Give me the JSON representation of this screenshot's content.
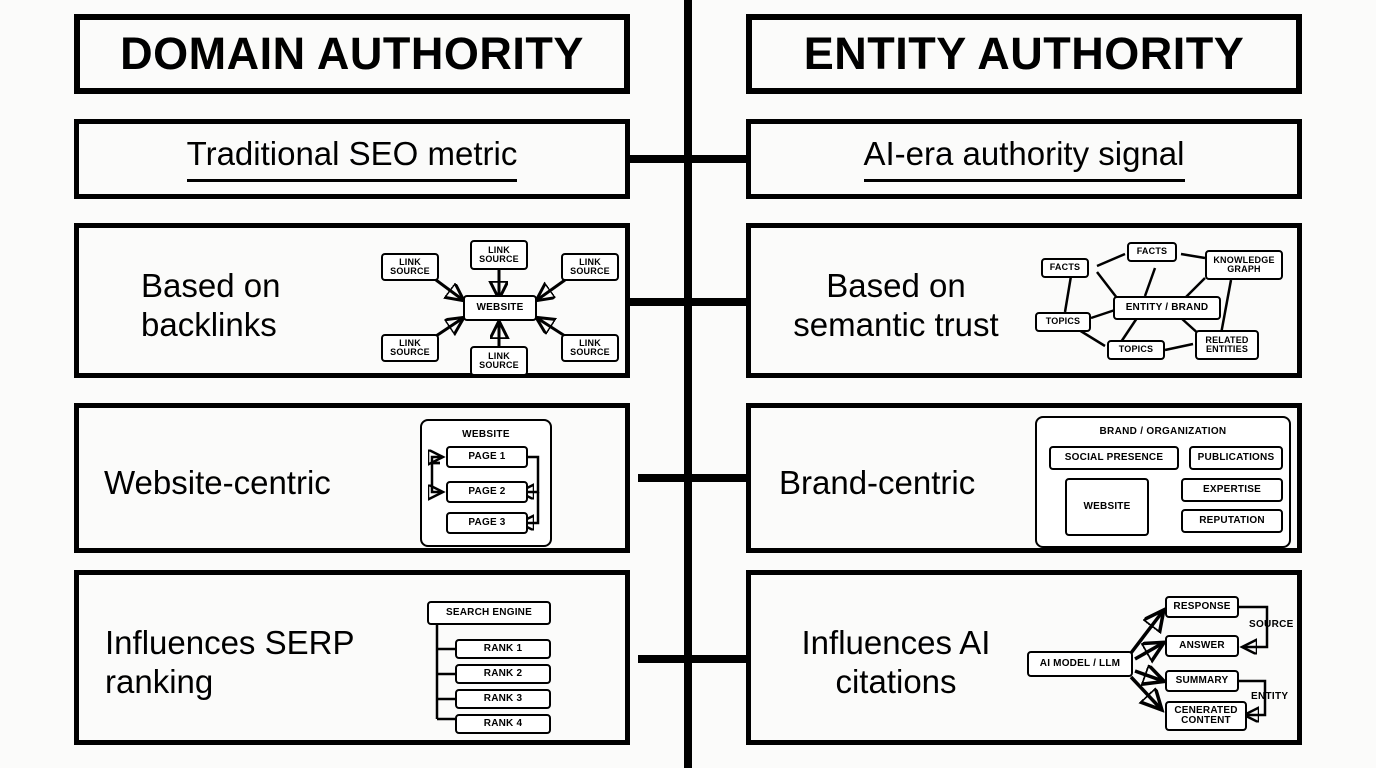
{
  "columns": {
    "left": {
      "header": "DOMAIN AUTHORITY",
      "subtitle": "Traditional SEO metric",
      "rows": [
        {
          "label": "Based on\nbacklinks"
        },
        {
          "label": "Website-centric"
        },
        {
          "label": "Influences SERP\nranking"
        }
      ]
    },
    "right": {
      "header": "ENTITY AUTHORITY",
      "subtitle": "AI-era authority signal",
      "rows": [
        {
          "label": "Based on\nsemantic trust"
        },
        {
          "label": "Brand-centric"
        },
        {
          "label": "Influences AI\ncitations"
        }
      ]
    }
  },
  "diagrams": {
    "backlinks": {
      "center": "WEBSITE",
      "sources": [
        "LINK\nSOURCE",
        "LINK\nSOURCE",
        "LINK\nSOURCE",
        "LINK\nSOURCE",
        "LINK\nSOURCE",
        "LINK\nSOURCE"
      ]
    },
    "semantic_trust": {
      "center": "ENTITY / BRAND",
      "nodes": [
        "FACTS",
        "FACTS",
        "KNOWLEDGE\nGRAPH",
        "TOPICS",
        "TOPICS",
        "RELATED\nENTITIES"
      ]
    },
    "website_centric": {
      "title": "WEBSITE",
      "pages": [
        "PAGE 1",
        "PAGE 2",
        "PAGE 3"
      ]
    },
    "brand_centric": {
      "title": "BRAND / ORGANIZATION",
      "items": [
        "SOCIAL PRESENCE",
        "PUBLICATIONS",
        "WEBSITE",
        "EXPERTISE",
        "REPUTATION"
      ]
    },
    "serp": {
      "root": "SEARCH ENGINE",
      "ranks": [
        "RANK 1",
        "RANK 2",
        "RANK 3",
        "RANK 4"
      ]
    },
    "ai_citations": {
      "root": "AI MODEL / LLM",
      "outputs": [
        "RESPONSE",
        "ANSWER",
        "SUMMARY",
        "CENERATED\nCONTENT"
      ],
      "edge_labels": [
        "SOURCE",
        "ENTITY"
      ]
    }
  },
  "colors": {
    "ink": "#000000",
    "background": "#fbfbfa",
    "panel": "#ffffff"
  }
}
